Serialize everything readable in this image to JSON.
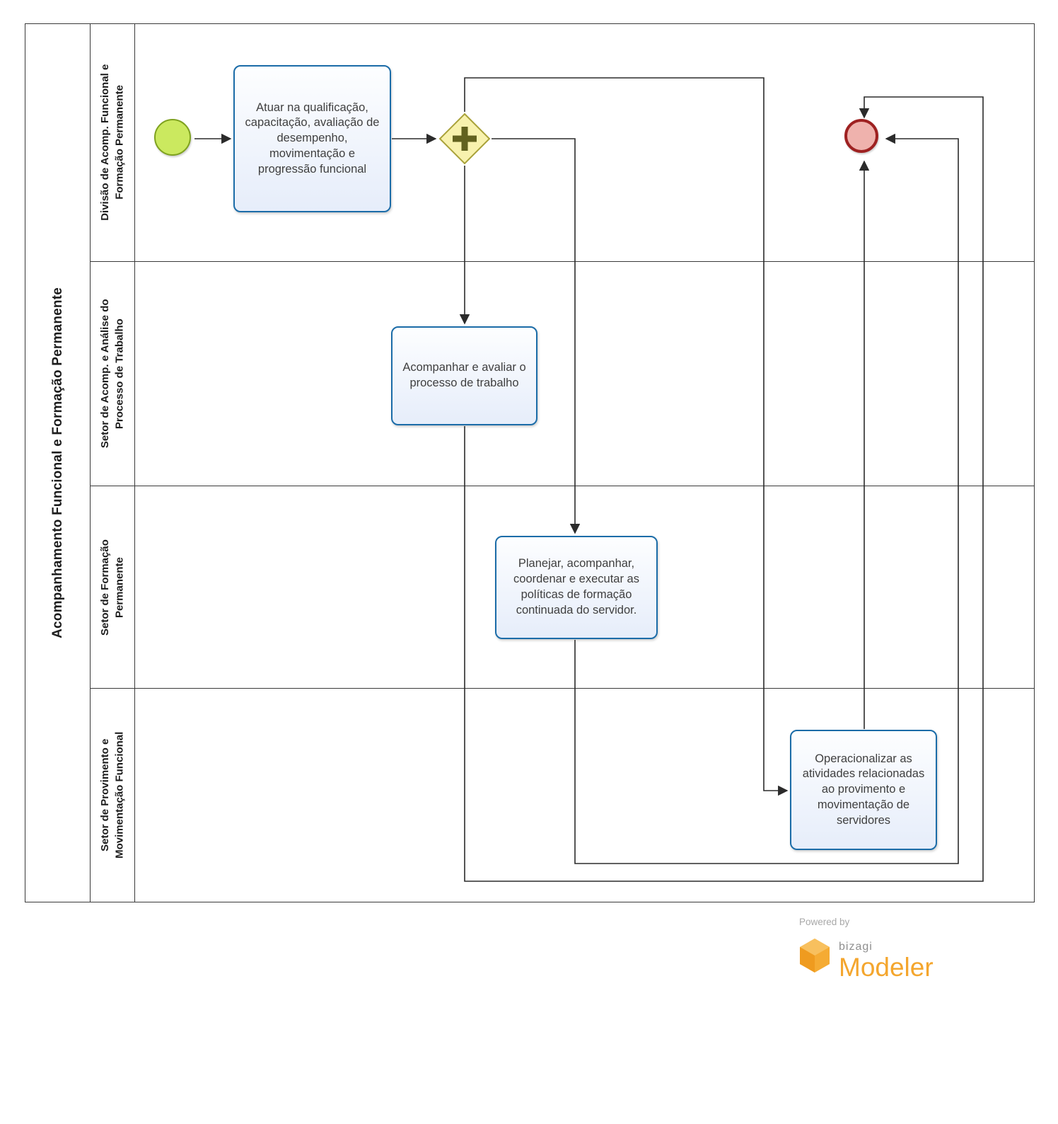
{
  "pool": {
    "label": "Acompanhamento Funcional e Formação Permanente",
    "lanes": [
      {
        "label": "Divisão de Acomp. Funcional e Formação Permanente"
      },
      {
        "label": "Setor de Acomp. e Análise do Processo de Trabalho"
      },
      {
        "label": "Setor de Formação Permanente"
      },
      {
        "label": "Setor de Provimento e Movimentação Funcional"
      }
    ]
  },
  "tasks": {
    "atuar": {
      "label": "Atuar na qualificação, capacitação, avaliação de desempenho, movimentação e progressão funcional"
    },
    "acompanhar": {
      "label": "Acompanhar e avaliar o processo de trabalho"
    },
    "planejar": {
      "label": "Planejar, acompanhar, coordenar e executar as políticas de formação continuada do servidor."
    },
    "operacionalizar": {
      "label": "Operacionalizar as atividades relacionadas ao provimento e movimentação de servidores"
    }
  },
  "events": {
    "start": "start-event",
    "gateway": "parallel-gateway",
    "end": "end-event"
  },
  "footer": {
    "powered_by": "Powered by",
    "brand": "bizagi",
    "product": "Modeler"
  },
  "colors": {
    "task_fill": "#e6edfa",
    "task_border": "#1b6ca8",
    "start_fill": "#cbe95f",
    "start_border": "#7fa21f",
    "gateway_fill": "#f8f2ae",
    "gateway_border": "#a9a23a",
    "gateway_plus": "#62621f",
    "end_fill": "#efb2ad",
    "end_border": "#9e2121",
    "flow_line": "#2b2b2b",
    "brand_orange": "#f4a62e",
    "brand_gray": "#9a9a9a"
  }
}
